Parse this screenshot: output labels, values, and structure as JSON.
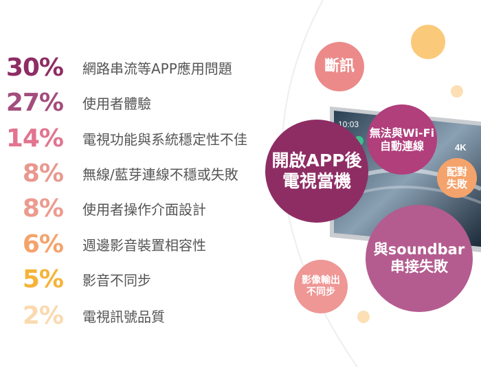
{
  "stats": [
    {
      "percent": "30%",
      "label": "網路串流等APP應用問題",
      "color": "#8e2d64"
    },
    {
      "percent": "27%",
      "label": "使用者體驗",
      "color": "#a34d7d"
    },
    {
      "percent": "14%",
      "label": "電視功能與系統穩定性不佳",
      "color": "#e2748f"
    },
    {
      "percent": "8%",
      "label": "無線/藍芽連線不穩或失敗",
      "color": "#e8988f"
    },
    {
      "percent": "8%",
      "label": "使用者操作介面設計",
      "color": "#ec9b8e"
    },
    {
      "percent": "6%",
      "label": "週邊影音裝置相容性",
      "color": "#f4a36c"
    },
    {
      "percent": "5%",
      "label": "影音不同步",
      "color": "#f5b33a"
    },
    {
      "percent": "2%",
      "label": "電視訊號品質",
      "color": "#fbd9b0"
    }
  ],
  "bubbles": {
    "disconnect": {
      "text": "斷訊",
      "color": "#ec8a8a"
    },
    "app_crash": {
      "text": "開啟APP後\n電視當機",
      "color": "#8e2d64"
    },
    "wifi": {
      "text": "無法與Wi-Fi\n自動連線",
      "color": "#b03f7c"
    },
    "pairing": {
      "text": "配對\n失敗",
      "color": "#f4a36c"
    },
    "soundbar": {
      "text": "與soundbar\n串接失敗",
      "color": "#b45c8f"
    },
    "av_sync": {
      "text": "影像輸出\n不同步",
      "color": "#ee9795"
    }
  },
  "tv_screen": {
    "time": "10:03",
    "badge": "4K"
  }
}
